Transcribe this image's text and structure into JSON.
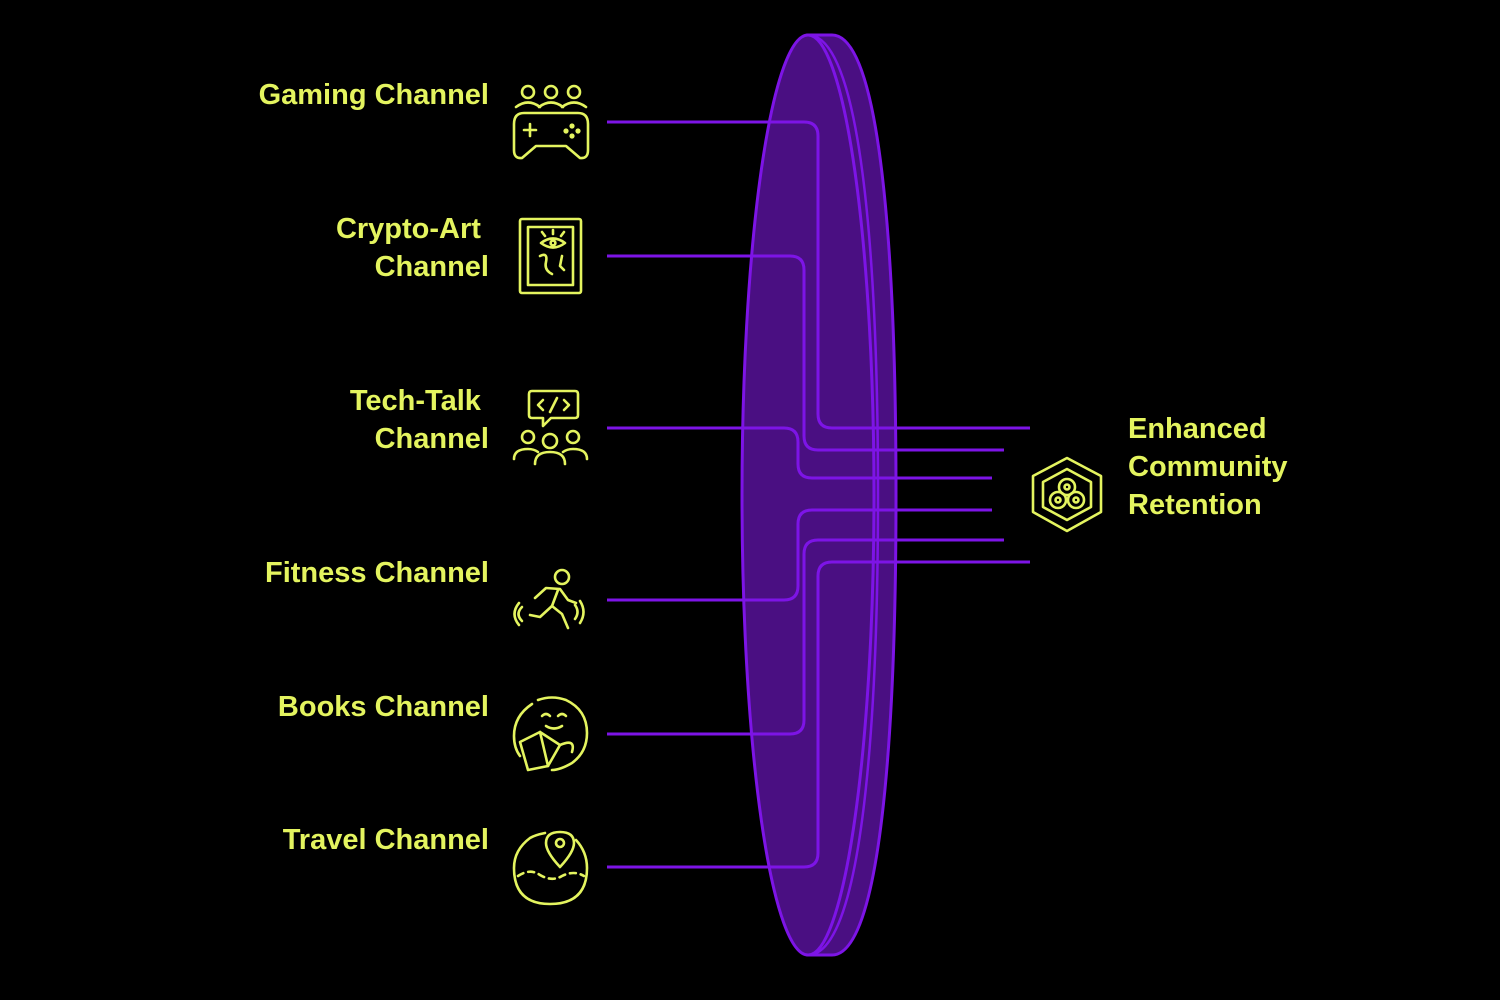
{
  "colors": {
    "background": "#000000",
    "text": "#e4f45f",
    "icon": "#e4f45f",
    "lens_fill": "#4a0f82",
    "lens_edge": "#5d18ad",
    "line": "#7d14e6"
  },
  "inputs": [
    {
      "lines": [
        "Gaming Channel"
      ],
      "icon": "gamepad-group-icon"
    },
    {
      "lines": [
        "Crypto-Art",
        "Channel"
      ],
      "icon": "framed-art-icon"
    },
    {
      "lines": [
        "Tech-Talk",
        "Channel"
      ],
      "icon": "code-chat-group-icon"
    },
    {
      "lines": [
        "Fitness Channel"
      ],
      "icon": "running-person-icon"
    },
    {
      "lines": [
        "Books Channel"
      ],
      "icon": "reading-person-icon"
    },
    {
      "lines": [
        "Travel Channel"
      ],
      "icon": "map-pin-globe-icon"
    }
  ],
  "output": {
    "lines": [
      "Enhanced",
      "Community",
      "Retention"
    ],
    "icon": "community-hexagon-icon"
  }
}
